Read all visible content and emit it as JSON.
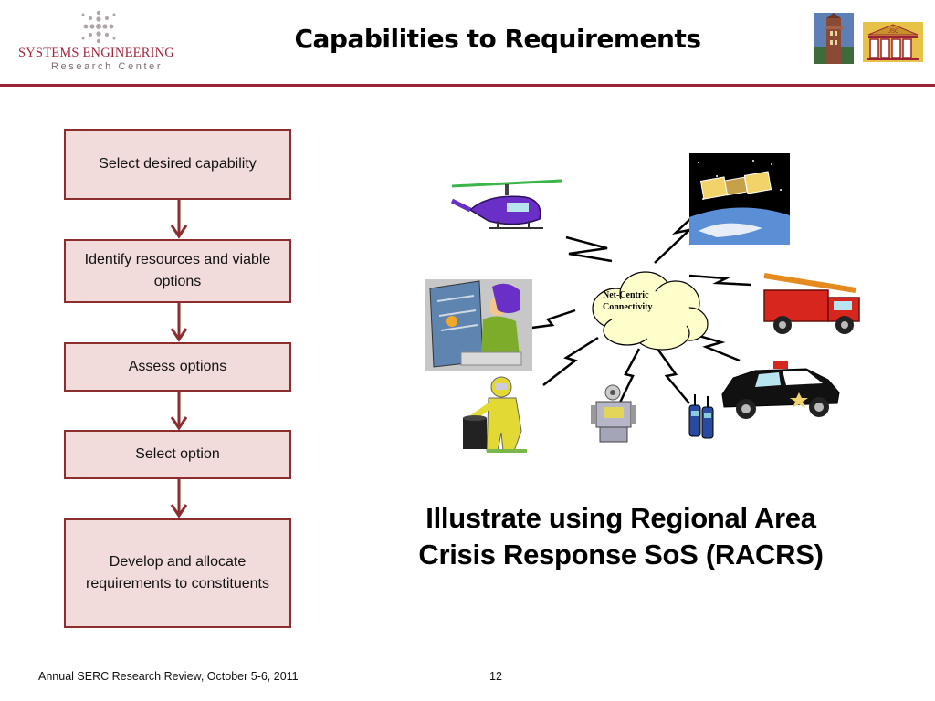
{
  "header": {
    "logo_line1": "SYSTEMS ENGINEERING",
    "logo_line2": "Research Center",
    "title": "Capabilities to Requirements",
    "usc_emblem_text": "USC"
  },
  "colors": {
    "accent": "#9b2335",
    "step_fill": "#f2dcdb",
    "step_border": "#8c2e2e",
    "cloud_fill": "#ffffcc"
  },
  "flow": {
    "steps": [
      {
        "label": "Select desired capability"
      },
      {
        "label": "Identify resources and viable options"
      },
      {
        "label": "Assess options"
      },
      {
        "label": "Select option"
      },
      {
        "label": "Develop and allocate requirements to constituents"
      }
    ]
  },
  "diagram": {
    "hub_label": "Net-Centric Connectivity",
    "nodes": [
      {
        "icon": "helicopter-icon"
      },
      {
        "icon": "satellite-icon"
      },
      {
        "icon": "fire-truck-icon"
      },
      {
        "icon": "police-car-icon"
      },
      {
        "icon": "walkie-talkie-icon"
      },
      {
        "icon": "robot-icon"
      },
      {
        "icon": "hazmat-worker-icon"
      },
      {
        "icon": "command-center-icon"
      }
    ]
  },
  "caption": "Illustrate using Regional Area Crisis Response SoS (RACRS)",
  "footer": {
    "left": "Annual SERC Research Review, October 5-6, 2011",
    "page_number": "12"
  }
}
